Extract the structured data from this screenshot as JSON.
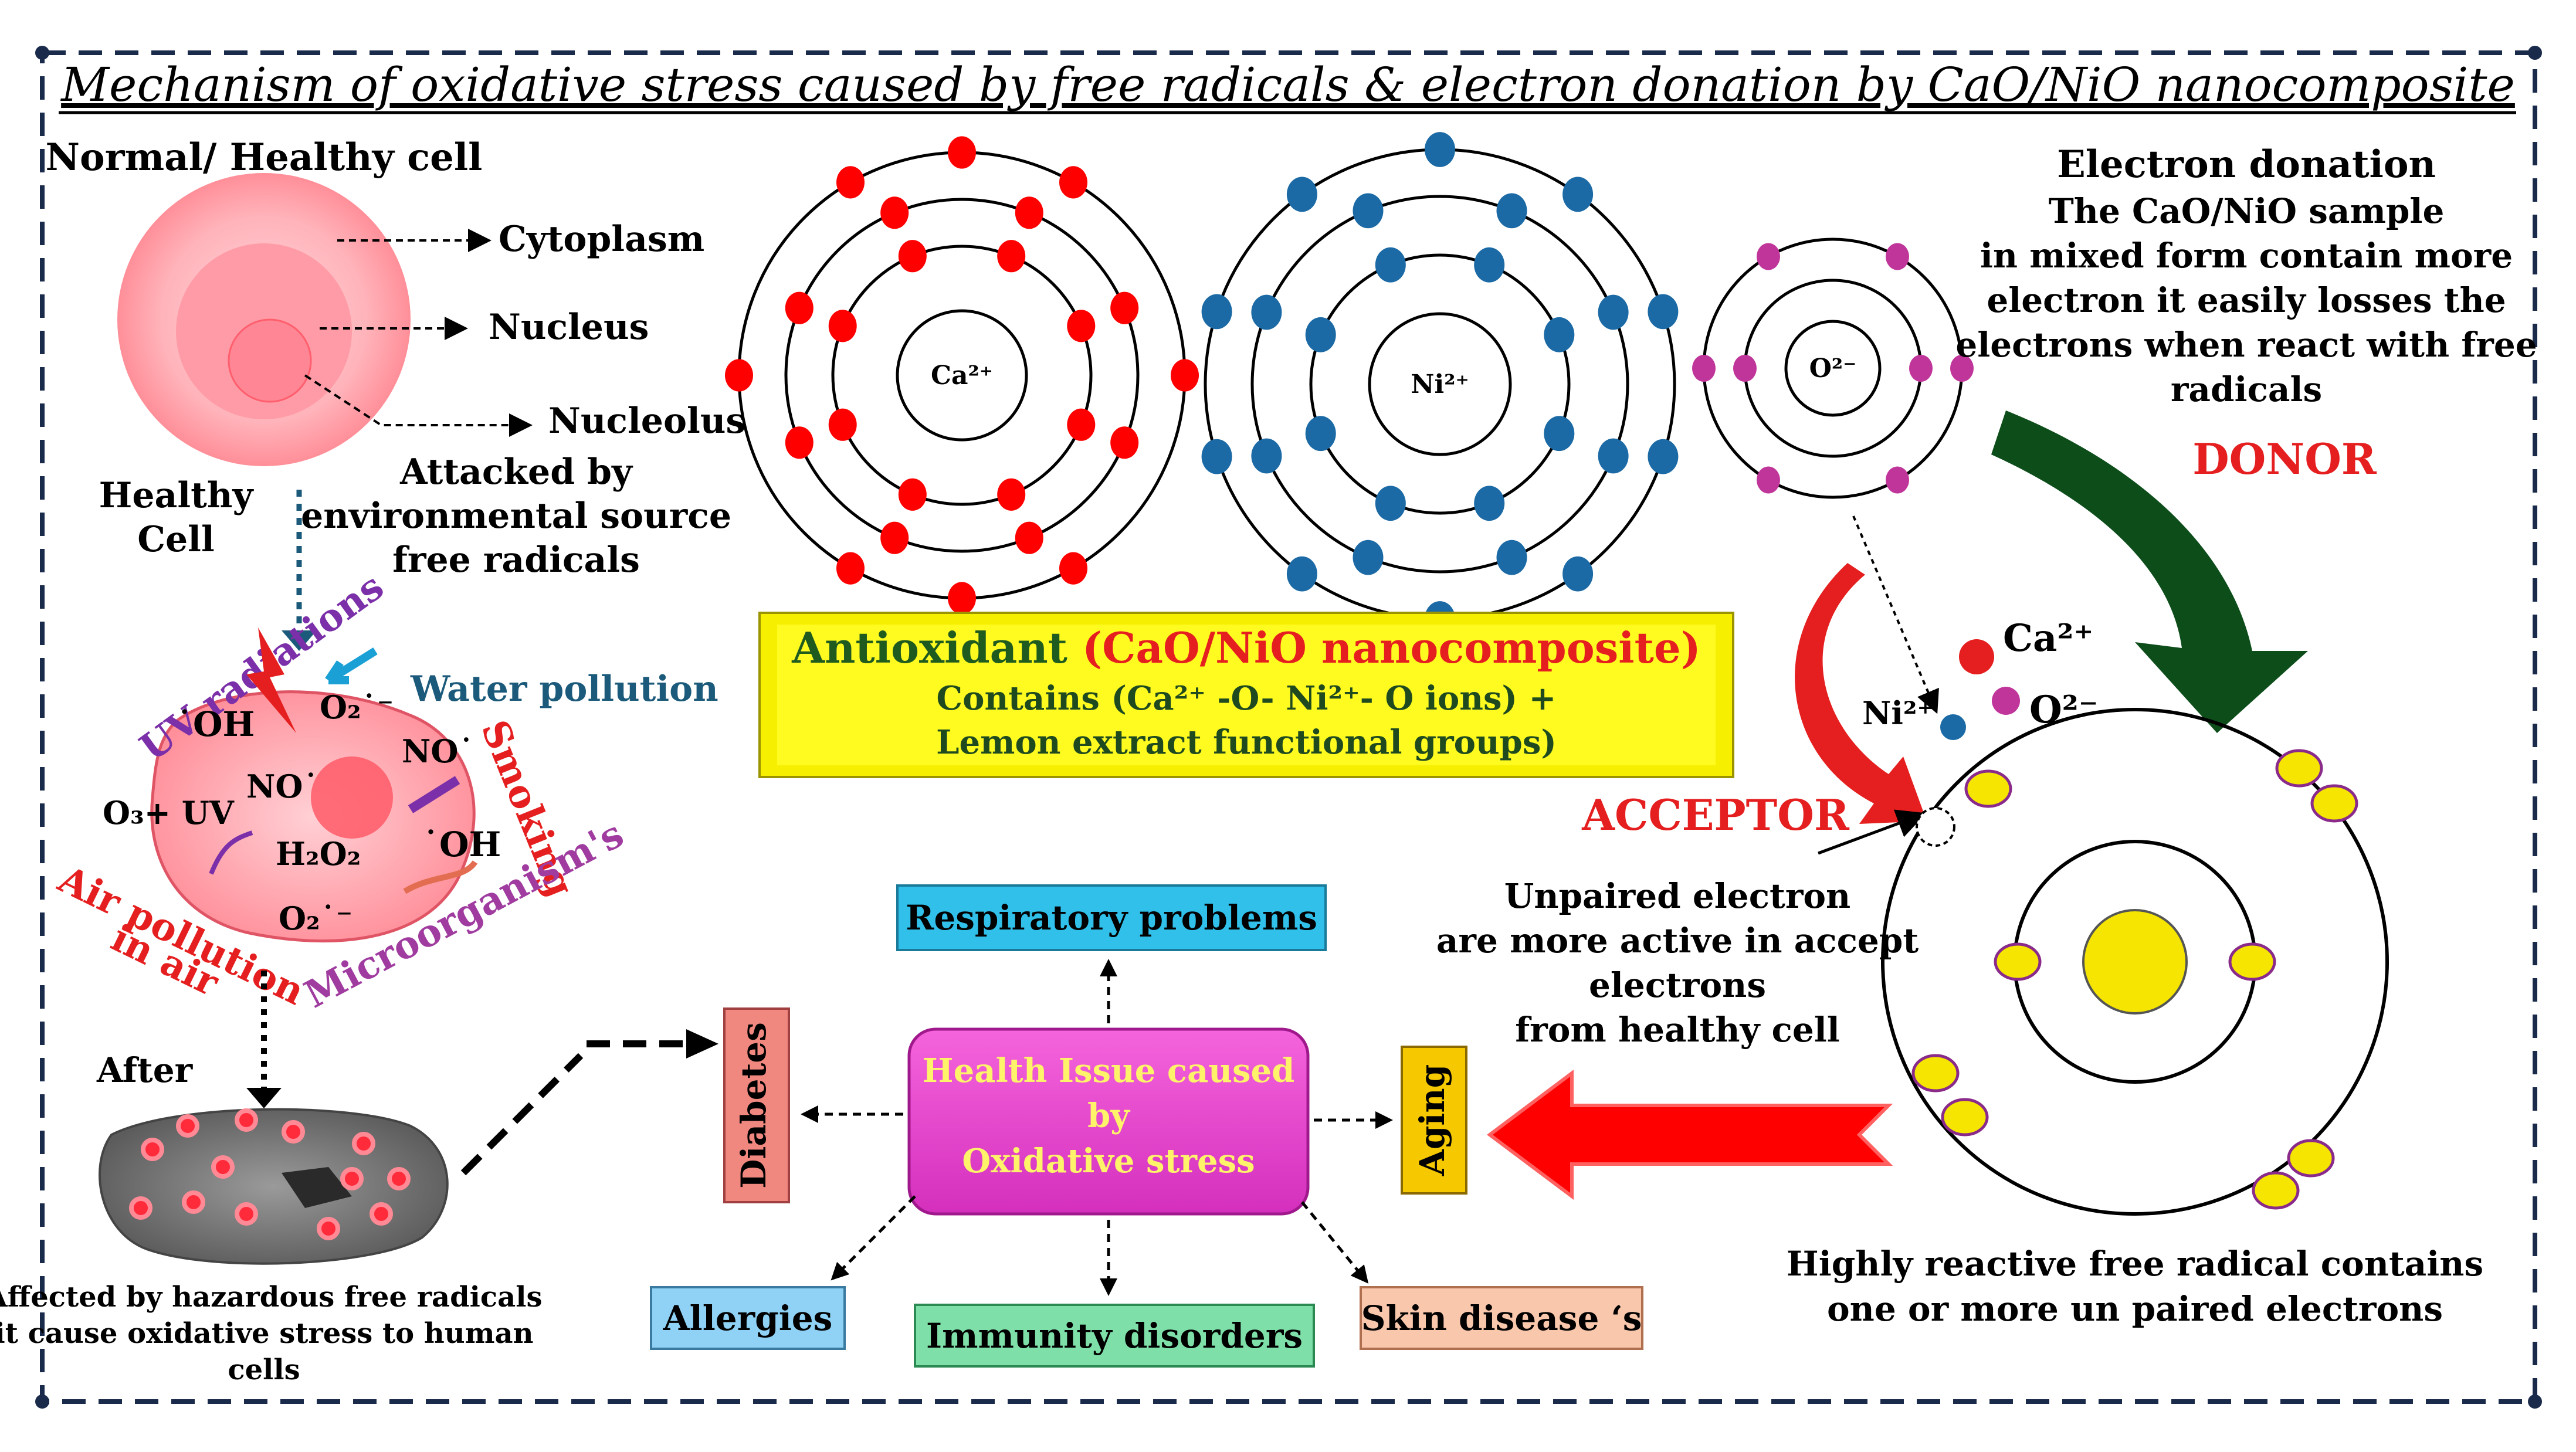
{
  "title": "Mechanism of oxidative stress caused by free radicals & electron donation by CaO/NiO nanocomposite",
  "healthy_cell": {
    "heading": "Normal/ Healthy cell",
    "labels": [
      "Cytoplasm",
      "Nucleus",
      "Nucleolus"
    ],
    "caption_line1": "Healthy",
    "caption_line2": "Cell",
    "attack_line1": "Attacked by",
    "attack_line2": "environmental source",
    "attack_line3": "free radicals"
  },
  "attacked_cell": {
    "uv": "UV radiations",
    "water": "Water pollution",
    "smoking": "Smoking",
    "air_line1": "Air pollution",
    "air_line2": "in air",
    "microorganisms": "Microorganism's",
    "species": {
      "oh1": "˙OH",
      "o2a": "O₂˙⁻",
      "no1": "NO˙",
      "no2": "NO˙",
      "o3uv": "O₃+ UV",
      "h2o2": "H₂O₂",
      "oh2": "˙OH",
      "o2b": "O₂˙⁻"
    }
  },
  "damaged_cell": {
    "after": "After",
    "caption_line1": "Affected by hazardous  free radicals",
    "caption_line2": "it cause oxidative stress to human",
    "caption_line3": "cells"
  },
  "atoms": {
    "ca": "Ca²⁺",
    "ni": "Ni²⁺",
    "o": "O²⁻"
  },
  "antioxidant_box": {
    "title_black": "Antioxidant ",
    "title_red": "(CaO/NiO nanocomposite)",
    "line2": "Contains (Ca²⁺ -O- Ni²⁺- O ions) +",
    "line3": "Lemon extract functional groups)"
  },
  "donation": {
    "heading": "Electron donation",
    "line1": "The CaO/NiO sample",
    "line2": "in mixed form contain more",
    "line3": "electron it easily losses the",
    "line4": "electrons when react with free",
    "line5": "radicals",
    "donor": "DONOR",
    "acceptor": "ACCEPTOR",
    "ion_ca": "Ca²⁺",
    "ion_o": "O²⁻",
    "ion_ni": "Ni²⁺"
  },
  "unpaired": {
    "line1": "Unpaired electron",
    "line2": "are more active in accept",
    "line3": "electrons",
    "line4": "from healthy cell"
  },
  "free_radical": {
    "line1": "Highly reactive free radical contains",
    "line2": "one or more un paired electrons"
  },
  "health": {
    "center_line1": "Health Issue caused",
    "center_line2": "by",
    "center_line3": "Oxidative stress",
    "respiratory": "Respiratory problems",
    "diabetes": "Diabetes",
    "aging": "Aging",
    "allergies": "Allergies",
    "immunity": "Immunity  disorders",
    "skin": "Skin disease ‘s"
  },
  "colors": {
    "ca_electron": "#ff0000",
    "ni_electron": "#1b6aa5",
    "o_electron": "#c0359a",
    "radical_electron": "#f5e500",
    "health_box": "#ea3fd0",
    "antioxidant_box": "#fbf500"
  }
}
